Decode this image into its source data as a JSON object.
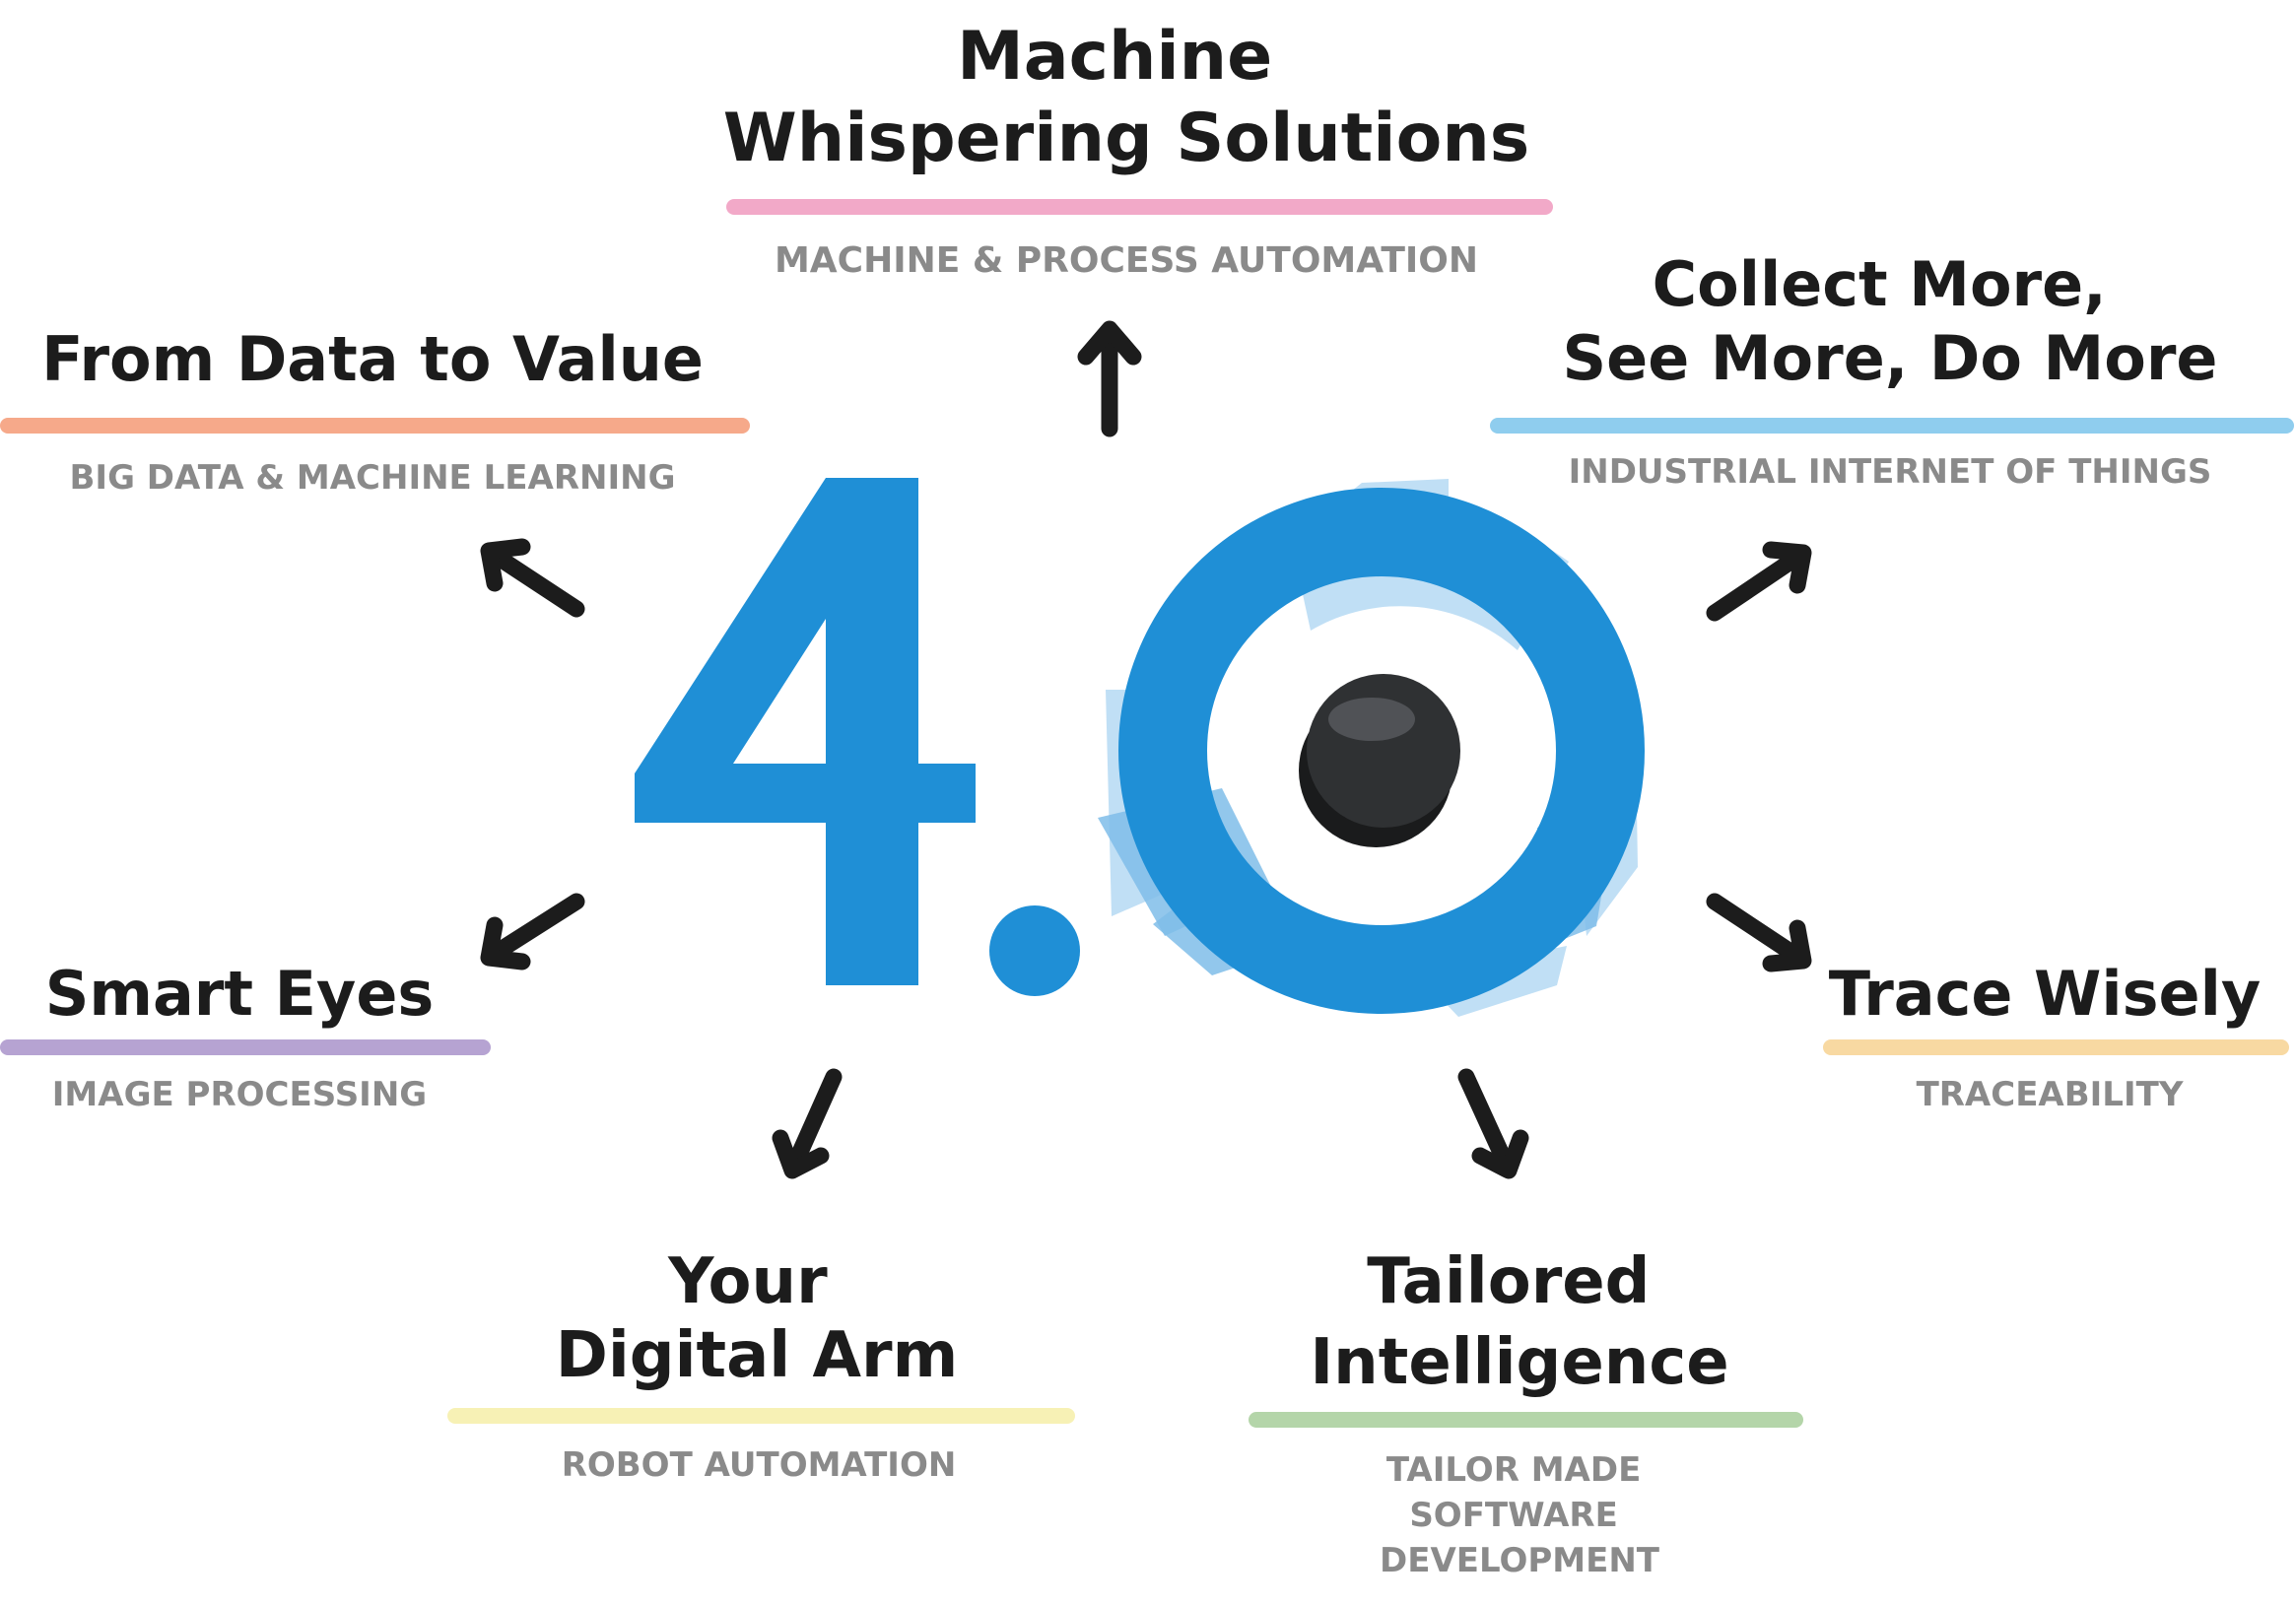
{
  "hub": {
    "label": "4.0",
    "colors": {
      "primary": "#1f8fd6",
      "light": "#7fbde9",
      "pale": "#b9dcf4",
      "sensor": "#2f3133"
    }
  },
  "nodes": [
    {
      "id": "machine-whispering",
      "title": [
        "Machine",
        "Whispering Solutions"
      ],
      "subtitle": [
        "MACHINE & PROCESS AUTOMATION"
      ],
      "underline_color": "#f2a9c8"
    },
    {
      "id": "collect-more",
      "title": [
        "Collect More,",
        "See More, Do More"
      ],
      "subtitle": [
        "INDUSTRIAL INTERNET OF THINGS"
      ],
      "underline_color": "#8fcdee"
    },
    {
      "id": "data-to-value",
      "title": [
        "From Data to Value"
      ],
      "subtitle": [
        "BIG DATA & MACHINE LEARNING"
      ],
      "underline_color": "#f6a98a"
    },
    {
      "id": "smart-eyes",
      "title": [
        "Smart Eyes"
      ],
      "subtitle": [
        "IMAGE PROCESSING"
      ],
      "underline_color": "#b6a3d2"
    },
    {
      "id": "trace-wisely",
      "title": [
        "Trace Wisely"
      ],
      "subtitle": [
        "TRACEABILITY"
      ],
      "underline_color": "#f8d9a2"
    },
    {
      "id": "digital-arm",
      "title": [
        "Your",
        "Digital Arm"
      ],
      "subtitle": [
        "ROBOT AUTOMATION"
      ],
      "underline_color": "#f7f1b5"
    },
    {
      "id": "tailored-intelligence",
      "title": [
        "Tailored",
        "Intelligence"
      ],
      "subtitle": [
        "TAILOR MADE",
        "SOFTWARE",
        "DEVELOPMENT"
      ],
      "underline_color": "#b4d5a9"
    }
  ]
}
